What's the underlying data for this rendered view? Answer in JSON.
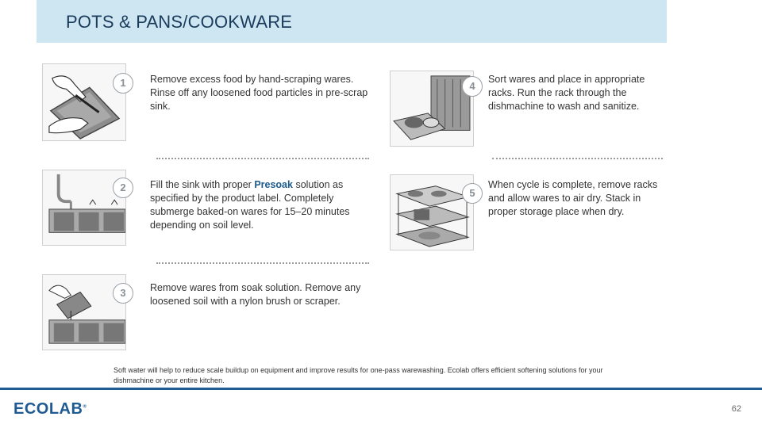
{
  "title": "POTS & PANS/COOKWARE",
  "steps": [
    {
      "number": "1",
      "text": "Remove excess food by hand-scraping wares. Rinse off any loosened food particles in pre-scrap sink."
    },
    {
      "number": "2",
      "text_before": "Fill the sink with proper ",
      "text_bold": "Presoak",
      "text_after": " solution as specified by the product label. Completely submerge baked-on wares for 15–20 minutes depending on soil level."
    },
    {
      "number": "3",
      "text": "Remove wares from soak solution. Remove any loosened soil with a nylon brush or scraper."
    },
    {
      "number": "4",
      "text": "Sort wares and place in appropriate racks. Run the rack through the dishmachine to wash and sanitize."
    },
    {
      "number": "5",
      "text": "When cycle is complete, remove racks and allow wares to air dry. Stack in proper storage place when dry."
    }
  ],
  "footnote": "Soft water will help to reduce scale buildup on equipment and improve results for one-pass warewashing. Ecolab offers efficient softening solutions for your dishmachine or your entire kitchen.",
  "logo": "ECOLAB",
  "logo_mark": "®",
  "page_number": "62",
  "colors": {
    "title_bar": "#cde6f2",
    "accent": "#1f5a93",
    "emphasis": "#1b5a8c"
  }
}
